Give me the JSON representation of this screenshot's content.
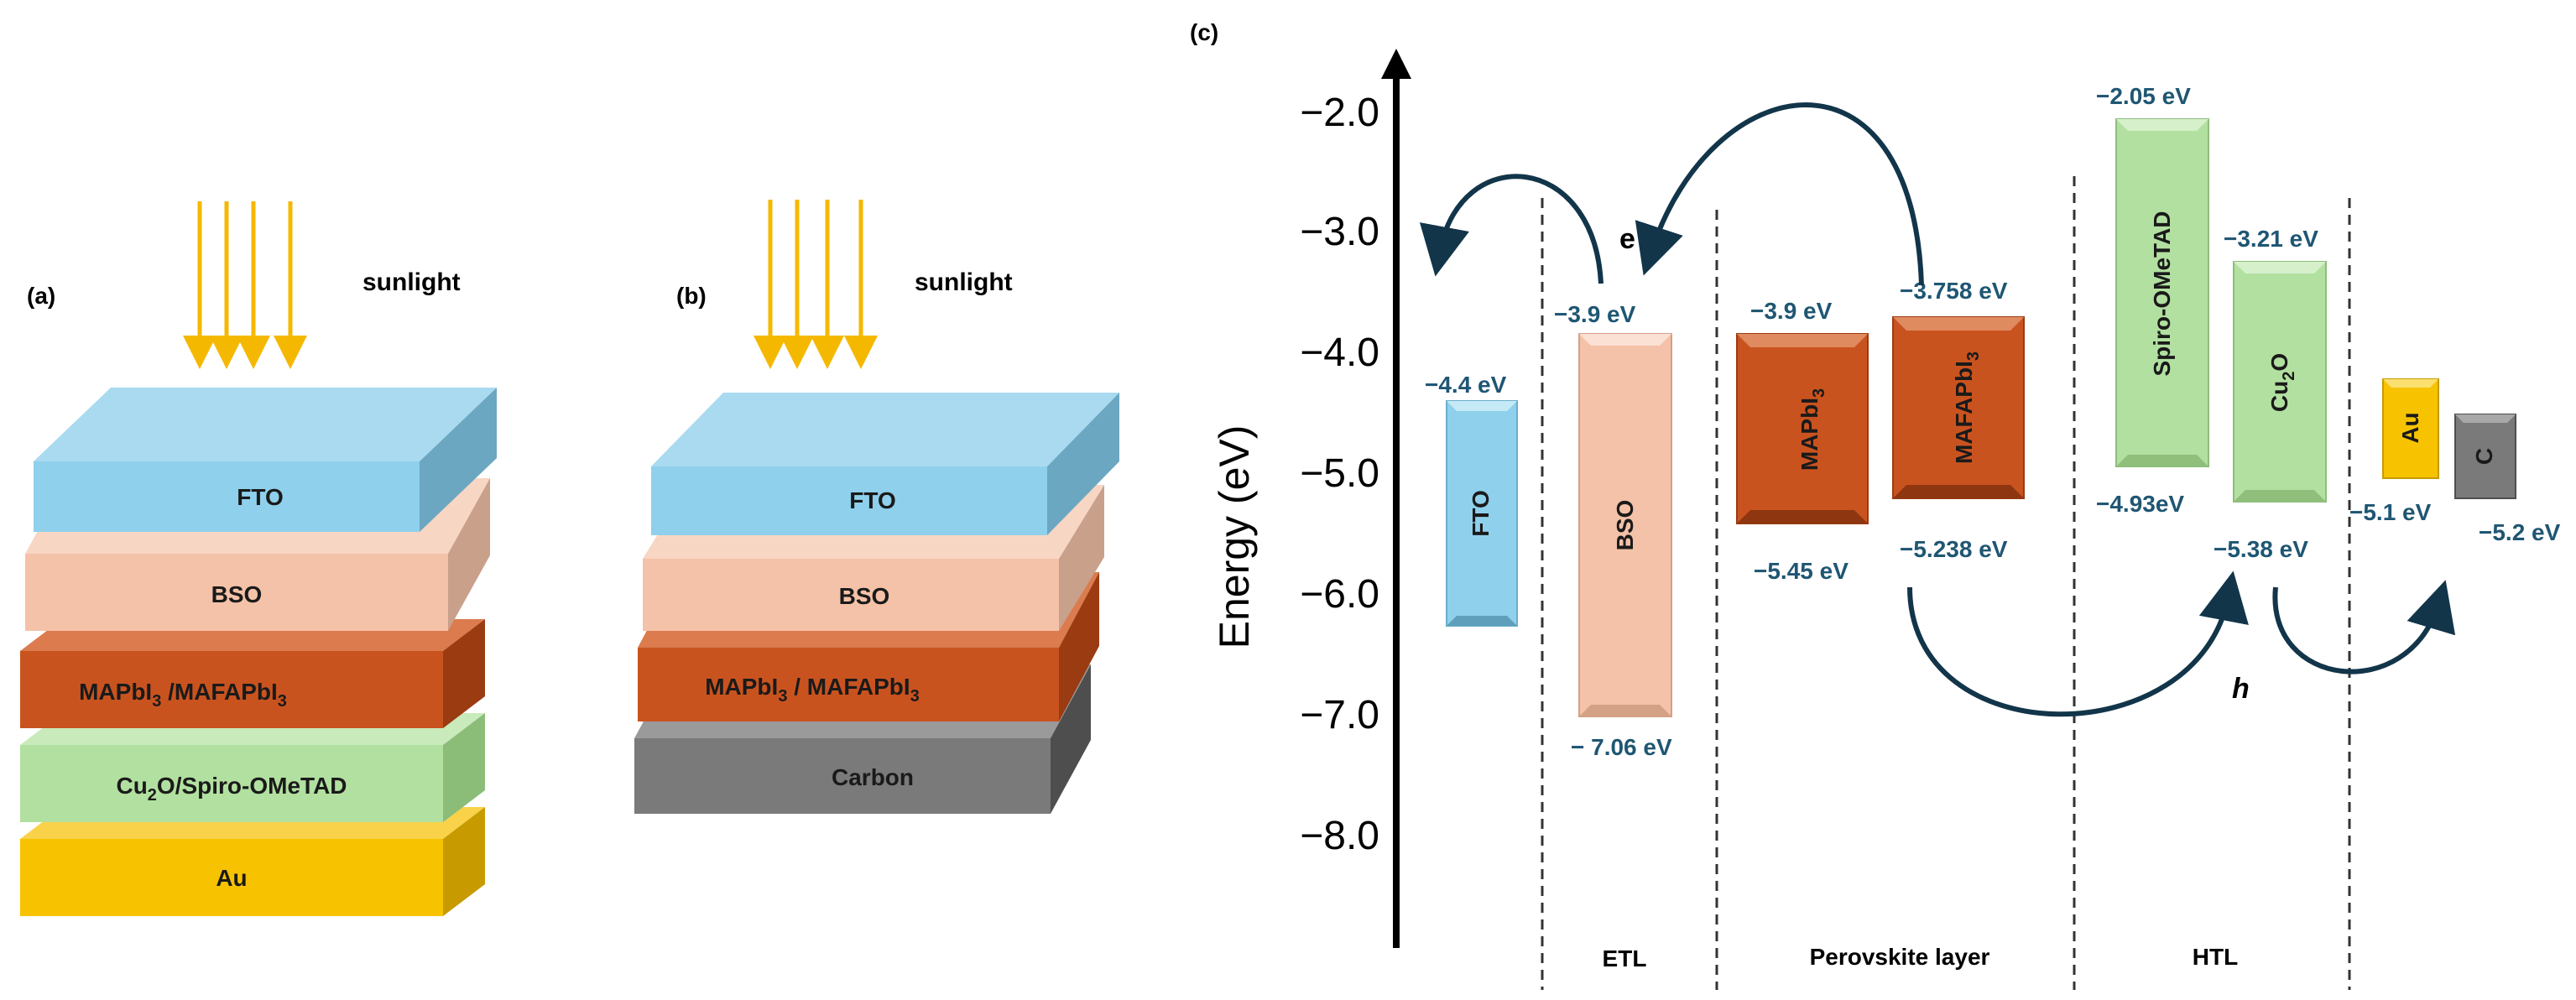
{
  "panel_a": {
    "tag": "(a)",
    "sun_label": "sunlight",
    "layers": {
      "fto": "FTO",
      "bso": "BSO",
      "perov_main": "MAPbI",
      "perov_sub": "3",
      "perov_mid": " /MAFAPbI",
      "perov_sub2": "3",
      "htl_main": "Cu",
      "htl_sub": "2",
      "htl_rest": "O/Spiro-OMeTAD",
      "au": "Au"
    }
  },
  "panel_b": {
    "tag": "(b)",
    "sun_label": "sunlight",
    "layers": {
      "fto": "FTO",
      "bso": "BSO",
      "perov_main": "MAPbI",
      "perov_sub": "3",
      "perov_mid": " / MAFAPbI",
      "perov_sub2": "3",
      "carbon": "Carbon"
    }
  },
  "panel_c": {
    "tag": "(c)",
    "y_axis_label": "Energy (eV)",
    "y_ticks": [
      "−2.0",
      "−3.0",
      "−4.0",
      "−5.0",
      "−6.0",
      "−7.0",
      "−8.0"
    ],
    "regions": {
      "etl": "ETL",
      "perov": "Perovskite layer",
      "htl": "HTL"
    },
    "carriers": {
      "electron": "e",
      "hole": "h"
    },
    "blocks": {
      "fto": {
        "name": "FTO",
        "top": "−4.4 eV"
      },
      "bso": {
        "name": "BSO",
        "top": "−3.9 eV",
        "bottom": "− 7.06 eV"
      },
      "mapbi": {
        "name": "MAPbI",
        "sub": "3",
        "top": "−3.9 eV",
        "bottom": "−5.45 eV"
      },
      "mafapbi": {
        "name": "MAFAPbI",
        "sub": "3",
        "top": "−3.758 eV",
        "bottom": "−5.238 eV"
      },
      "spiro": {
        "name": "Spiro-OMeTAD",
        "top": "−2.05 eV",
        "bottom": "−4.93eV"
      },
      "cu2o": {
        "name": "Cu",
        "sub": "2",
        "rest": "O",
        "top": "−3.21 eV",
        "bottom": "−5.38 eV"
      },
      "au": {
        "name": "Au",
        "level": "−5.1 eV"
      },
      "c": {
        "name": "C",
        "level": "−5.2 eV"
      }
    }
  },
  "colors": {
    "sun": "#f5b800",
    "fto": "#8fd0ec",
    "bso": "#f4c2a8",
    "perov": "#c9531f",
    "htl": "#b2e0a0",
    "au": "#f7c300",
    "carbon": "#7a7a7a",
    "arrow": "#12354a",
    "label_blue": "#1f5673"
  }
}
